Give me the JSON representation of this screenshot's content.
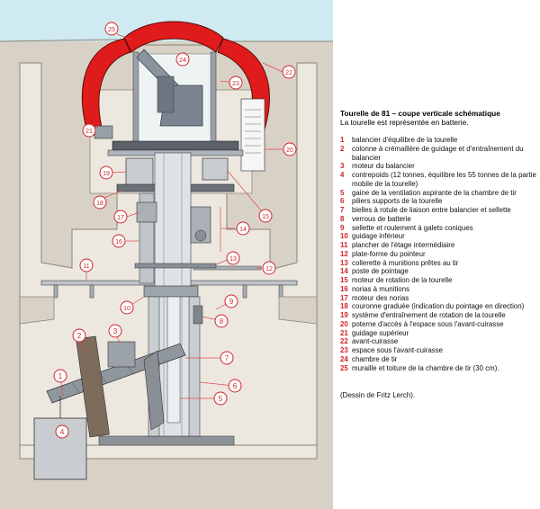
{
  "legend": {
    "title": "Tourelle de 81 – coupe verticale schématique",
    "subtitle": "La tourelle est représentée en batterie.",
    "credit": "(Dessin de Fritz Lerch).",
    "items": [
      {
        "num": "1",
        "text": "balancier d'équilibre de la tourelle"
      },
      {
        "num": "2",
        "text": "colonne à crémaillère de guidage et d'entraînement du balancier"
      },
      {
        "num": "3",
        "text": "moteur du balancier"
      },
      {
        "num": "4",
        "text": "contrepoids (12 tonnes, équilibre les 55 tonnes de la partie mobile de la tourelle)"
      },
      {
        "num": "5",
        "text": "gaine de la ventilation aspirante de la chambre de tir"
      },
      {
        "num": "6",
        "text": "piliers supports de la tourelle"
      },
      {
        "num": "7",
        "text": "bielles à rotule de liaison entre balancier et sellette"
      },
      {
        "num": "8",
        "text": "verrous de batterie"
      },
      {
        "num": "9",
        "text": "sellette et roulement à galets coniques"
      },
      {
        "num": "10",
        "text": "guidage inférieur"
      },
      {
        "num": "11",
        "text": "plancher de l'étage intermédiaire"
      },
      {
        "num": "12",
        "text": "plate-forme du pointeur"
      },
      {
        "num": "13",
        "text": "collerette à munitions prêtes au tir"
      },
      {
        "num": "14",
        "text": "poste de pointage"
      },
      {
        "num": "15",
        "text": "moteur de rotation de la tourelle"
      },
      {
        "num": "16",
        "text": "norias à munitions"
      },
      {
        "num": "17",
        "text": "moteur des norias"
      },
      {
        "num": "18",
        "text": "couronne graduée (indication du pointage en direction)"
      },
      {
        "num": "19",
        "text": "système d'entraînement de rotation de la tourelle"
      },
      {
        "num": "20",
        "text": "poterne d'accès à l'espace sous l'avant-cuirasse"
      },
      {
        "num": "21",
        "text": "guidage supérieur"
      },
      {
        "num": "22",
        "text": "avant-cuirasse"
      },
      {
        "num": "23",
        "text": "espace sous l'avant-cuirasse"
      },
      {
        "num": "24",
        "text": "chambre de tir"
      },
      {
        "num": "25",
        "text": "muraille et toiture de la chambre de tir (30 cm)."
      }
    ]
  },
  "callouts": [
    "1",
    "2",
    "3",
    "4",
    "5",
    "6",
    "7",
    "8",
    "9",
    "10",
    "11",
    "12",
    "13",
    "14",
    "15",
    "16",
    "17",
    "18",
    "19",
    "20",
    "21",
    "22",
    "23",
    "24",
    "25"
  ],
  "colors": {
    "armor_red": "#e01b1b",
    "concrete": "#d8d2c6",
    "concrete_light": "#ece8e0",
    "metal": "#9aa0a8",
    "sky": "#cfeaf0",
    "callout_red": "#d0242a"
  }
}
